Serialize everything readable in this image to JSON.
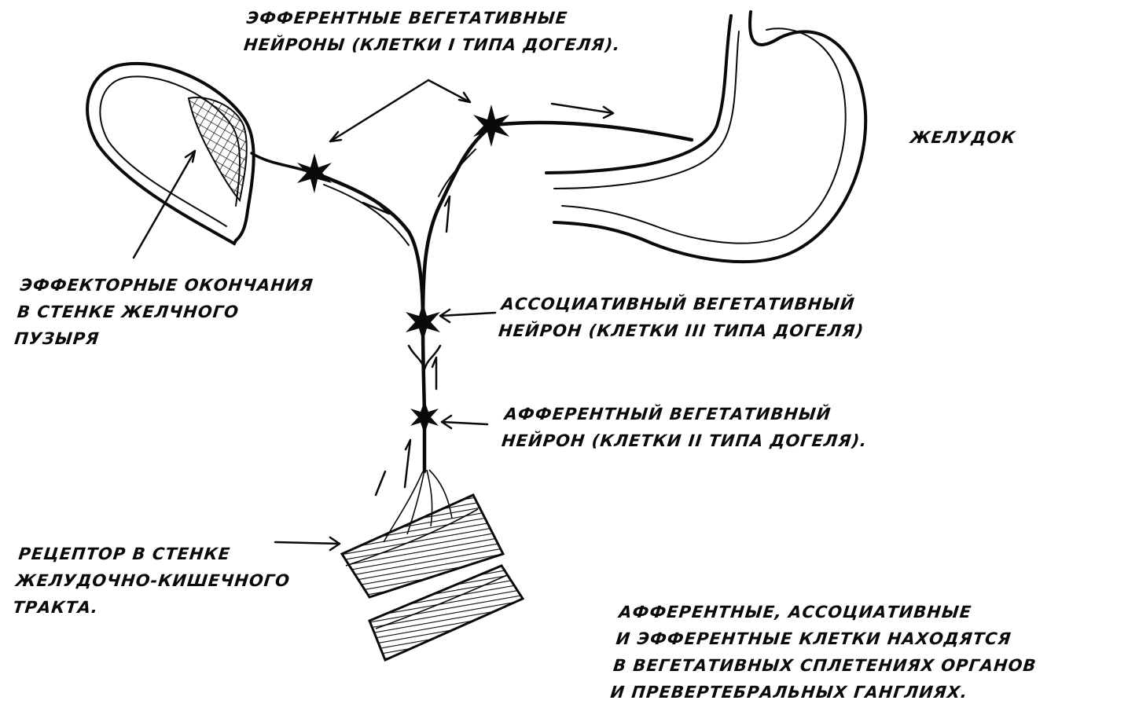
{
  "colors": {
    "ink": "#0a0a0a",
    "background": "#ffffff"
  },
  "labels": {
    "efferent": {
      "line1": "ЭФФЕРЕНТНЫЕ ВЕГЕТАТИВНЫЕ",
      "line2": "НЕЙРОНЫ (КЛЕТКИ I ТИПА ДОГЕЛЯ)."
    },
    "stomach": "ЖЕЛУДОК",
    "effector_endings": {
      "line1": "ЭФФЕКТОРНЫЕ ОКОНЧАНИЯ",
      "line2": "В СТЕНКЕ ЖЕЛЧНОГО",
      "line3": "ПУЗЫРЯ"
    },
    "associative": {
      "line1": "АССОЦИАТИВНЫЙ ВЕГЕТАТИВНЫЙ",
      "line2": "НЕЙРОН (КЛЕТКИ III ТИПА ДОГЕЛЯ)"
    },
    "afferent": {
      "line1": "АФФЕРЕНТНЫЙ ВЕГЕТАТИВНЫЙ",
      "line2": "НЕЙРОН (КЛЕТКИ II ТИПА ДОГЕЛЯ)."
    },
    "receptor": {
      "line1": "РЕЦЕПТОР В СТЕНКЕ",
      "line2": "ЖЕЛУДОЧНО-КИШЕЧНОГО",
      "line3": "ТРАКТА."
    },
    "note": {
      "line1": "АФФЕРЕНТНЫЕ, АССОЦИАТИВНЫЕ",
      "line2": "И ЭФФЕРЕНТНЫЕ КЛЕТКИ НАХОДЯТСЯ",
      "line3": "В ВЕГЕТАТИВНЫХ СПЛЕТЕНИЯХ ОРГАНОВ",
      "line4": "И ПРЕВЕРТЕБРАЛЬНЫХ ГАНГЛИЯХ."
    }
  }
}
